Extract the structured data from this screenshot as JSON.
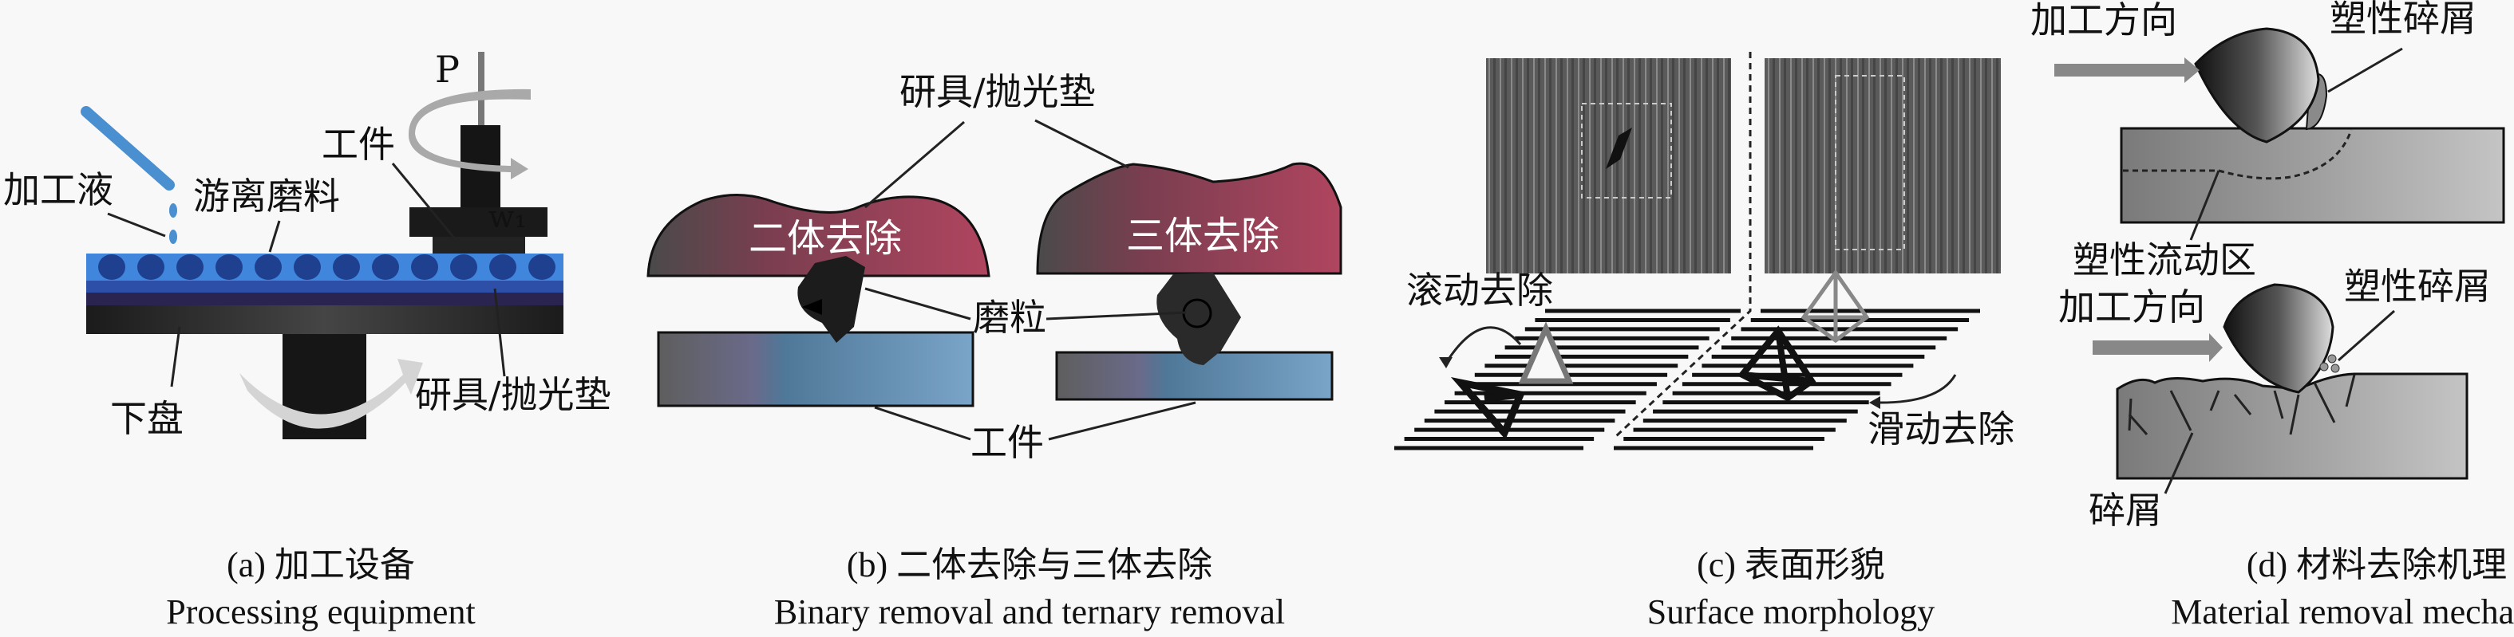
{
  "colors": {
    "background": "#f8f8f8",
    "fluid": "#4a8fd0",
    "abrasive_layer": "#3d7fd6",
    "abrasive": "#1f3f8f",
    "pad_red": "#8a3b52",
    "workpiece_blue": "#6c95bb",
    "dark": "#1a1a1a"
  },
  "panel_a": {
    "labels": {
      "fluid": "加工液",
      "free_abrasive": "游离磨料",
      "workpiece": "工件",
      "pad": "研具/抛光垫",
      "lower_plate": "下盘",
      "pressure": "P",
      "omega": "w₁"
    },
    "caption_cn": "(a) 加工设备",
    "caption_en": "Processing equipment"
  },
  "panel_b": {
    "labels": {
      "pad": "研具/抛光垫",
      "two_body": "二体去除",
      "three_body": "三体去除",
      "grit": "磨粒",
      "workpiece": "工件"
    },
    "caption_cn": "(b) 二体去除与三体去除",
    "caption_en": "Binary removal and ternary removal"
  },
  "panel_c": {
    "labels": {
      "rolling": "滚动去除",
      "sliding": "滑动去除"
    },
    "caption_cn": "(c) 表面形貌",
    "caption_en": "Surface morphology"
  },
  "panel_d": {
    "labels": {
      "direction_top": "加工方向",
      "plastic_chip_top": "塑性碎屑",
      "plastic_flow_zone": "塑性流动区",
      "direction_bottom": "加工方向",
      "plastic_chip_bottom": "塑性碎屑",
      "chip": "碎屑"
    },
    "caption_cn": "(d) 材料去除机理",
    "caption_en": "Material removal mechanism"
  }
}
